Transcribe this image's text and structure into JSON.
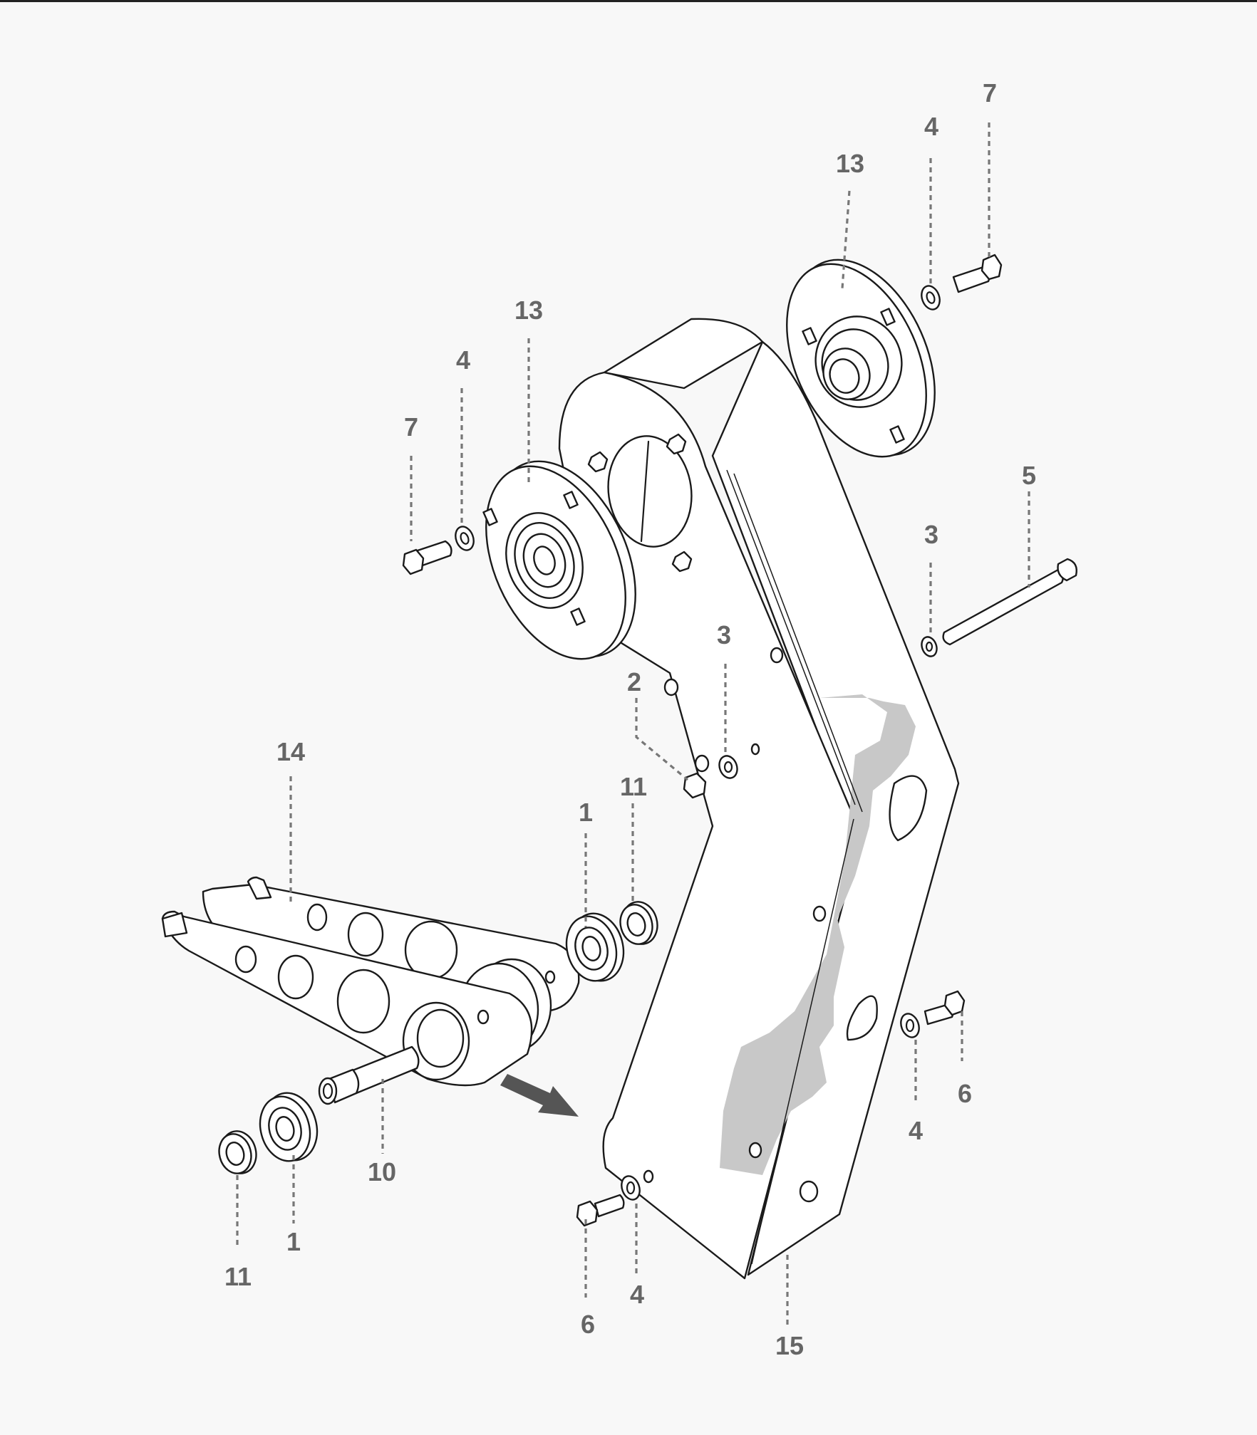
{
  "callouts": [
    {
      "id": "c7a",
      "text": "7"
    },
    {
      "id": "c4a",
      "text": "4"
    },
    {
      "id": "c13a",
      "text": "13"
    },
    {
      "id": "c13b",
      "text": "13"
    },
    {
      "id": "c4b",
      "text": "4"
    },
    {
      "id": "c7b",
      "text": "7"
    },
    {
      "id": "c5",
      "text": "5"
    },
    {
      "id": "c3a",
      "text": "3"
    },
    {
      "id": "c3b",
      "text": "3"
    },
    {
      "id": "c2",
      "text": "2"
    },
    {
      "id": "c14",
      "text": "14"
    },
    {
      "id": "c1a",
      "text": "1"
    },
    {
      "id": "c11a",
      "text": "11"
    },
    {
      "id": "c10",
      "text": "10"
    },
    {
      "id": "c1b",
      "text": "1"
    },
    {
      "id": "c11b",
      "text": "11"
    },
    {
      "id": "c6a",
      "text": "6"
    },
    {
      "id": "c4c",
      "text": "4"
    },
    {
      "id": "c15",
      "text": "15"
    },
    {
      "id": "c4d",
      "text": "4"
    },
    {
      "id": "c6b",
      "text": "6"
    }
  ]
}
